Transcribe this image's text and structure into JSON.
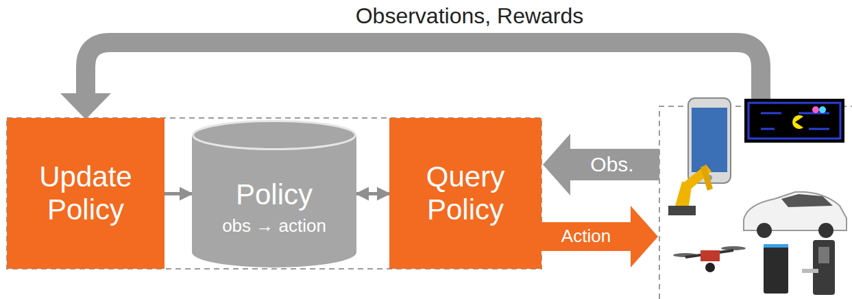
{
  "diagram": {
    "nodes": [
      {
        "text": [
          "Update Policy"
        ]
      },
      {
        "text": [
          "Policy",
          "obs → action"
        ]
      },
      {
        "text": [
          "Query Policy"
        ]
      }
    ],
    "edges": [
      {
        "from": 0,
        "to": 1,
        "arrow": "to"
      },
      {
        "from": 1,
        "to": 2,
        "arrow": "both"
      }
    ],
    "labels": [
      "Observations, Rewards",
      "Obs.",
      "Action"
    ]
  }
}
